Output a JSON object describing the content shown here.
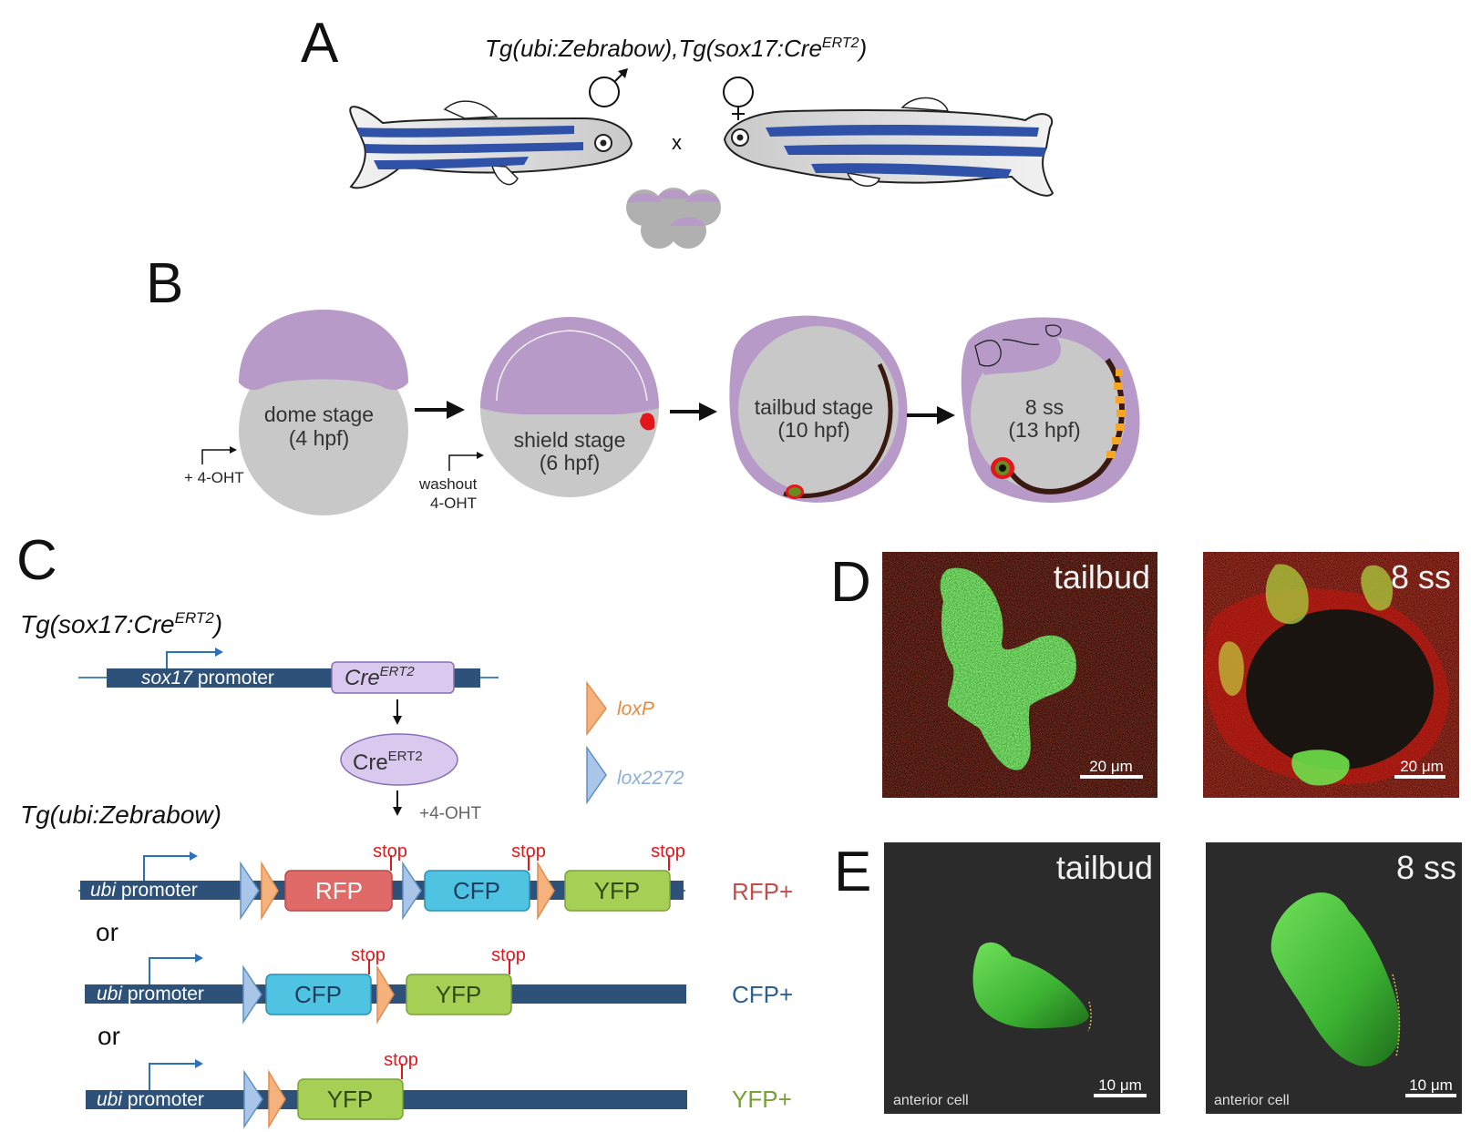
{
  "panel_a": {
    "letter": "A",
    "title_main_1": "Tg(ubi:Zebrabow),Tg(sox17:Cre",
    "title_sup": "ERT2",
    "title_main_2": ")",
    "cross": "x"
  },
  "panel_b": {
    "letter": "B",
    "stages": [
      {
        "name": "dome stage",
        "time": "(4 hpf)"
      },
      {
        "name": "shield stage",
        "time": "(6 hpf)"
      },
      {
        "name": "tailbud stage",
        "time": "(10 hpf)"
      },
      {
        "name": "8  ss",
        "time": "(13 hpf)"
      }
    ],
    "add_label": "+ 4-OHT",
    "washout_1": "washout",
    "washout_2": "4-OHT"
  },
  "panel_c": {
    "letter": "C",
    "tg_sox17_1": "Tg(sox17:Cre",
    "tg_sox17_sup": "ERT2",
    "tg_sox17_2": ")",
    "sox17_italic": "sox17",
    "promoter": " promoter",
    "cre": "Cre",
    "cre_sup": "ERT2",
    "loxp": "loxP",
    "lox2272": "lox2272",
    "ohT": "+4-OHT",
    "tg_zebrabow": "Tg(ubi:Zebrabow)",
    "ubi": "ubi",
    "stop": "stop",
    "rfp": "RFP",
    "cfp": "CFP",
    "yfp": "YFP",
    "or": "or",
    "out_rfp": "RFP+",
    "out_cfp": "CFP+",
    "out_yfp": "YFP+"
  },
  "panel_d": {
    "letter": "D",
    "left_label": "tailbud",
    "right_label": "8 ss",
    "scale": "20 μm"
  },
  "panel_e": {
    "letter": "E",
    "left_label": "tailbud",
    "right_label": "8 ss",
    "scale": "10 μm",
    "caption": "anterior cell"
  },
  "colors": {
    "purple": "#b79ac8",
    "gray": "#c8c8c8",
    "navy": "#2d5178",
    "rfp": "#e06a68",
    "cfp": "#4fc3e2",
    "yfp": "#a6cf55",
    "loxp": "#f5b27c",
    "lox2272": "#a9c6e8",
    "stop": "#e3161b",
    "rfp_text": "#c24d4a",
    "cfp_text": "#2f5f8f",
    "yfp_text": "#77a136",
    "green": "#47c63d"
  }
}
